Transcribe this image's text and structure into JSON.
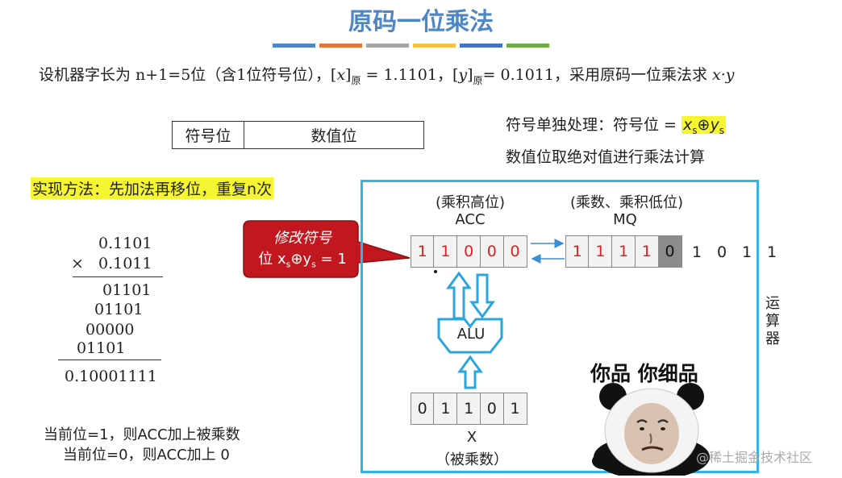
{
  "title": "原码一位乘法",
  "color_bars": [
    "#4f86c6",
    "#e8743b",
    "#a5a5a5",
    "#f5c342",
    "#4472c4",
    "#70ad47"
  ],
  "intro": {
    "text1": "设机器字长为 n+1=5位（含1位符号位），",
    "x_var": "x",
    "sub_yuan": "原",
    "x_val": " = 1.1101，",
    "y_var": "y",
    "y_val": "= 0.1011，采用原码一位乘法求 ",
    "xy": "x·y"
  },
  "format_box": {
    "sign": "符号位",
    "value": "数值位"
  },
  "sign_rule": {
    "prefix": "符号单独处理：符号位 = ",
    "x": "x",
    "s": "s",
    "xor": "⊕",
    "y": "y"
  },
  "abs_rule": "数值位取绝对值进行乘法计算",
  "method": "实现方法：先加法再移位，重复n次",
  "multiplication": {
    "multiplicand": "0.1101",
    "times": "×",
    "multiplier": "0.1011",
    "partials": [
      "01101",
      "01101",
      "00000",
      "01101"
    ],
    "result": "0.10001111"
  },
  "rules": [
    "当前位=1，则ACC加上被乘数",
    "当前位=0，则ACC加上 0"
  ],
  "callout": {
    "line1": "修改符号",
    "line2_prefix": "位 x",
    "s": "s",
    "xor": "⊕y",
    "line2_suffix": " = 1"
  },
  "acc": {
    "label1": "(乘积高位)",
    "label2": "ACC",
    "bits": [
      "1",
      "1",
      "0",
      "0",
      "0"
    ]
  },
  "mq": {
    "label1": "(乘数、乘积低位)",
    "label2": "MQ",
    "bits": [
      "1",
      "1",
      "1",
      "1",
      "0"
    ],
    "shifted_out": [
      "1",
      "0",
      "1",
      "1"
    ]
  },
  "alu_label": "ALU",
  "x_reg": {
    "bits": [
      "0",
      "1",
      "1",
      "0",
      "1"
    ],
    "label1": "X",
    "label2": "（被乘数）"
  },
  "side_label": [
    "运",
    "算",
    "器"
  ],
  "meme_caption": "你品 你细品",
  "watermark": "@稀土掘金技术社区"
}
